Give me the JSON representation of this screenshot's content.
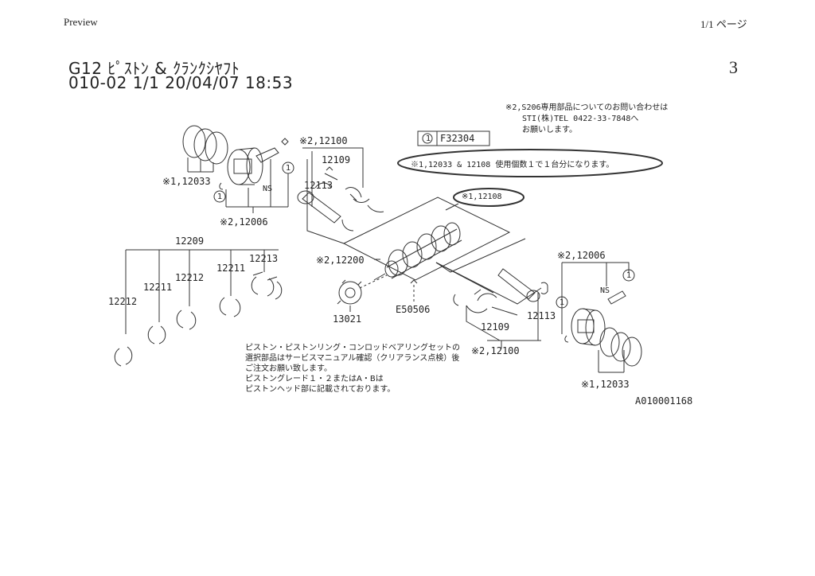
{
  "header": {
    "left": "Preview",
    "right": "1/1 ページ"
  },
  "title": {
    "line1": "G12 ﾋﾟｽﾄﾝ & ｸﾗﾝｸｼﾔﾌﾄ",
    "line2": "010-02  1/1  20/04/07 18:53",
    "sheet_no": "3"
  },
  "notes": {
    "top_right": [
      "※2,S206専用部品についてのお問い合わせは",
      "STI(株)TEL 0422-33-7848へ",
      "お願いします。"
    ],
    "box_code_num": "1",
    "box_code": "F32304",
    "oval_note": "※1,12033 & 12108 使用個数１で１台分になります。",
    "oval_part": "※1,12108",
    "bottom_note": [
      "ピストン・ピストンリング・コンロッドベアリングセットの",
      "選択部品はサービスマニュアル確認（クリアランス点検）後",
      "ご注文お願い致します。",
      "ピストングレード１・２またはA・Bは",
      "ピストンヘッド部に記載されております。"
    ],
    "figure_id": "A010001168"
  },
  "labels": {
    "ring_left": "※1,12033",
    "piston_left": "※2,12006",
    "ns_left": "NS",
    "circle1": "1",
    "conrod_top": "※2,12100",
    "bolt_top": "12109",
    "nut_top": "12113",
    "crank": "※2,12200",
    "bearing_set": "12209",
    "b12211a": "12211",
    "b12213": "12213",
    "b12212a": "12212",
    "b12211b": "12211",
    "b12212b": "12212",
    "pulley": "13021",
    "key": "E50506",
    "piston_right": "※2,12006",
    "ns_right": "NS",
    "bolt_bottom": "12109",
    "nut_bottom": "12113",
    "conrod_bottom": "※2,12100",
    "ring_right": "※1,12033"
  }
}
